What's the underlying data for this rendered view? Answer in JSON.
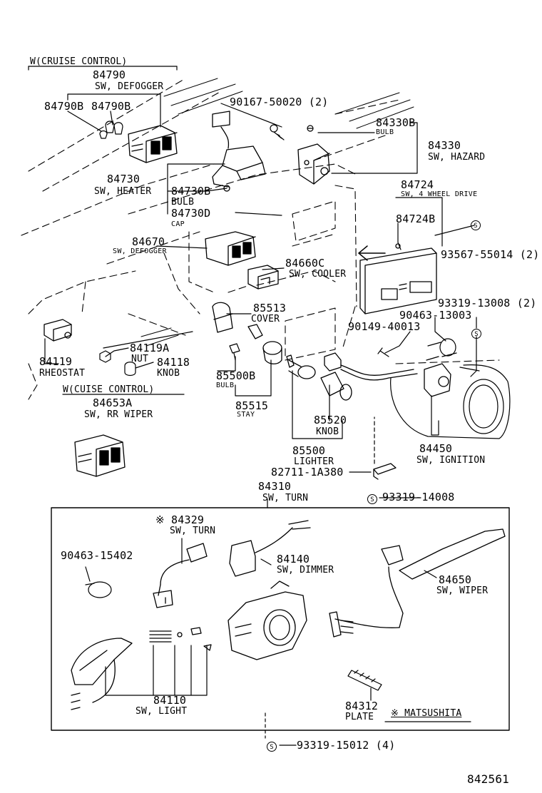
{
  "diagram_id": "842561",
  "notes": {
    "cruise_control_top": "W(CRUISE CONTROL)",
    "cruise_control_mid": "W(CUISE CONTROL)",
    "matsushita": "※ MATSUSHITA"
  },
  "labels": {
    "p84790": "84790",
    "n84790": "SW, DEFOGGER",
    "p84790b_1": "84790B",
    "p84790b_2": "84790B",
    "p90167": "90167-50020 (2)",
    "p84330b": "84330B",
    "n84330b": "BULB",
    "p84330": "84330",
    "n84330": "SW, HAZARD",
    "p84730": "84730",
    "n84730": "SW, HEATER",
    "p84730b": "84730B",
    "n84730b": "BULB",
    "p84730d": "84730D",
    "n84730d": "CAP",
    "p84724": "84724",
    "n84724": "SW, 4 WHEEL DRIVE",
    "p84724b": "84724B",
    "p93567": "93567-55014 (2)",
    "p84670": "84670",
    "n84670": "SW, DEFOGGER",
    "p84660c": "84660C",
    "n84660c": "SW, COOLER",
    "p85513": "85513",
    "n85513": "COVER",
    "p93319_13008": "93319-13008 (2)",
    "p90463_13003": "90463-13003",
    "p90149": "90149-40013",
    "p84119a": "84119A",
    "n84119a": "NUT",
    "p84118": "84118",
    "n84118": "KNOB",
    "p84119": "84119",
    "n84119": "RHEOSTAT",
    "p85500b": "85500B",
    "n85500b": "BULB",
    "p85515": "85515",
    "n85515": "STAY",
    "p85520": "85520",
    "n85520": "KNOB",
    "p84653a": "84653A",
    "n84653a": "SW, RR WIPER",
    "p85500": "85500",
    "n85500": "LIGHTER",
    "p84450": "84450",
    "n84450": "SW, IGNITION",
    "p82711": "82711-1A380",
    "p84310": "84310",
    "n84310": "SW, TURN",
    "p93319_14008": "93319-14008",
    "p84329": "※ 84329",
    "n84329": "SW, TURN",
    "p90463_15402": "90463-15402",
    "p84140": "84140",
    "n84140": "SW, DIMMER",
    "p84650": "84650",
    "n84650": "SW, WIPER",
    "p84110": "84110",
    "n84110": "SW, LIGHT",
    "p84312": "84312",
    "n84312": "PLATE",
    "p93319_15012": "93319-15012 (4)"
  },
  "symbols": {
    "s_mark": "S"
  },
  "colors": {
    "ink": "#000000",
    "paper": "#ffffff"
  }
}
